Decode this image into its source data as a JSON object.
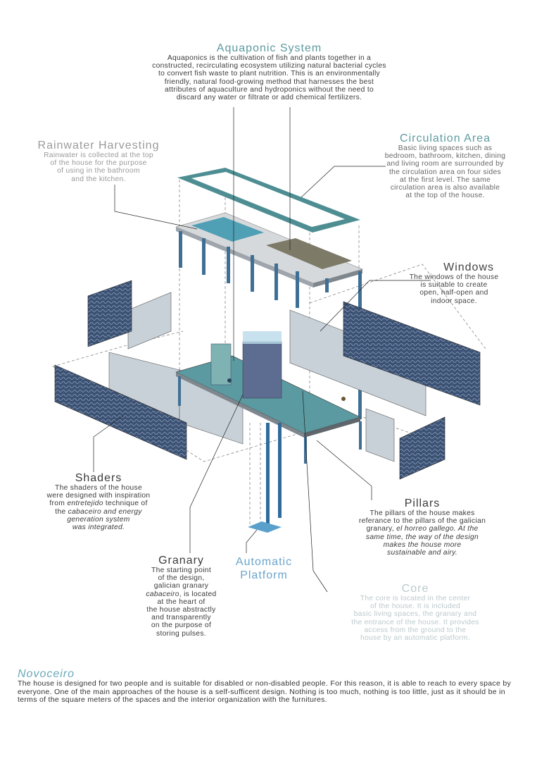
{
  "colors": {
    "teal": "#4e8e93",
    "steel_blue": "#3f6f95",
    "panel_navy": "#3b5275",
    "glass": "#c9d1d8",
    "platform_blue": "#5aa0cc"
  },
  "aquaponic": {
    "title": "Aquaponic System",
    "body": "Aquaponics is the cultivation of fish and plants together in a\nconstructed, recirculating ecosystem utilizing natural bacterial cycles\nto convert fish waste to plant nutrition. This is an environmentally\nfriendly, natural food-growing method that harnesses the best\nattributes of aquaculture and hydroponics without the need to\ndiscard any water or filtrate or add chemical fertilizers."
  },
  "rainwater": {
    "title": "Rainwater Harvesting",
    "body": "Rainwater is collected at the top\nof the house for the purpose\nof using in the bathroom\nand the kitchen."
  },
  "circulation": {
    "title": "Circulation Area",
    "body": "Basic living spaces such as\nbedroom, bathroom, kitchen, dining\nand living room are surrounded by\nthe circulation area on four sides\nat the first level. The same\ncirculation area is also available\nat the top of the house."
  },
  "windows": {
    "title": "Windows",
    "body": "The windows of the house\nis suitable to create\nopen, half-open and\nindoor space."
  },
  "shaders": {
    "title": "Shaders",
    "body_1": "The shaders of the house\nwere designed with inspiration\nfrom ",
    "body_em_1": "entretejido",
    "body_2": " technique of\nthe ",
    "body_em_2": "cabaceiro and energy\ngeneration system\nwas integrated."
  },
  "pillars": {
    "title": "Pillars",
    "body_1": "The pillars of the house makes\nreferance to the pillars of the galician\ngranary, ",
    "body_em": "el horreo gallego. At the\nsame time, the way of the design\nmakes the house more\nsustainable and airy."
  },
  "granary": {
    "title": "Granary",
    "body_1": "The starting point\nof the design,\ngalician granary\n",
    "body_em": "cabaceiro",
    "body_2": ", is located\nat the heart of\nthe house abstractly\nand transparently\non the purpose of\nstoring pulses."
  },
  "platform": {
    "title": "Automatic\nPlatform"
  },
  "core": {
    "title": "Core",
    "body": "The core is located in the center\nof the house. It is included\nbasic living spaces, the granary and\nthe entrance of the house. It provides\naccess from the ground to the\nhouse by an automatic platform."
  },
  "novoceiro": {
    "title": "Novoceiro",
    "body": "The house is designed for two people and is suitable for disabled or non-disabled people. For this reason, it is able to reach to every space by everyone. One of the main approaches of the house is a self-sufficent design. Nothing is too much, nothing is too little, just as it should be in terms of the square meters of the spaces and the interior organization with the furnitures."
  }
}
